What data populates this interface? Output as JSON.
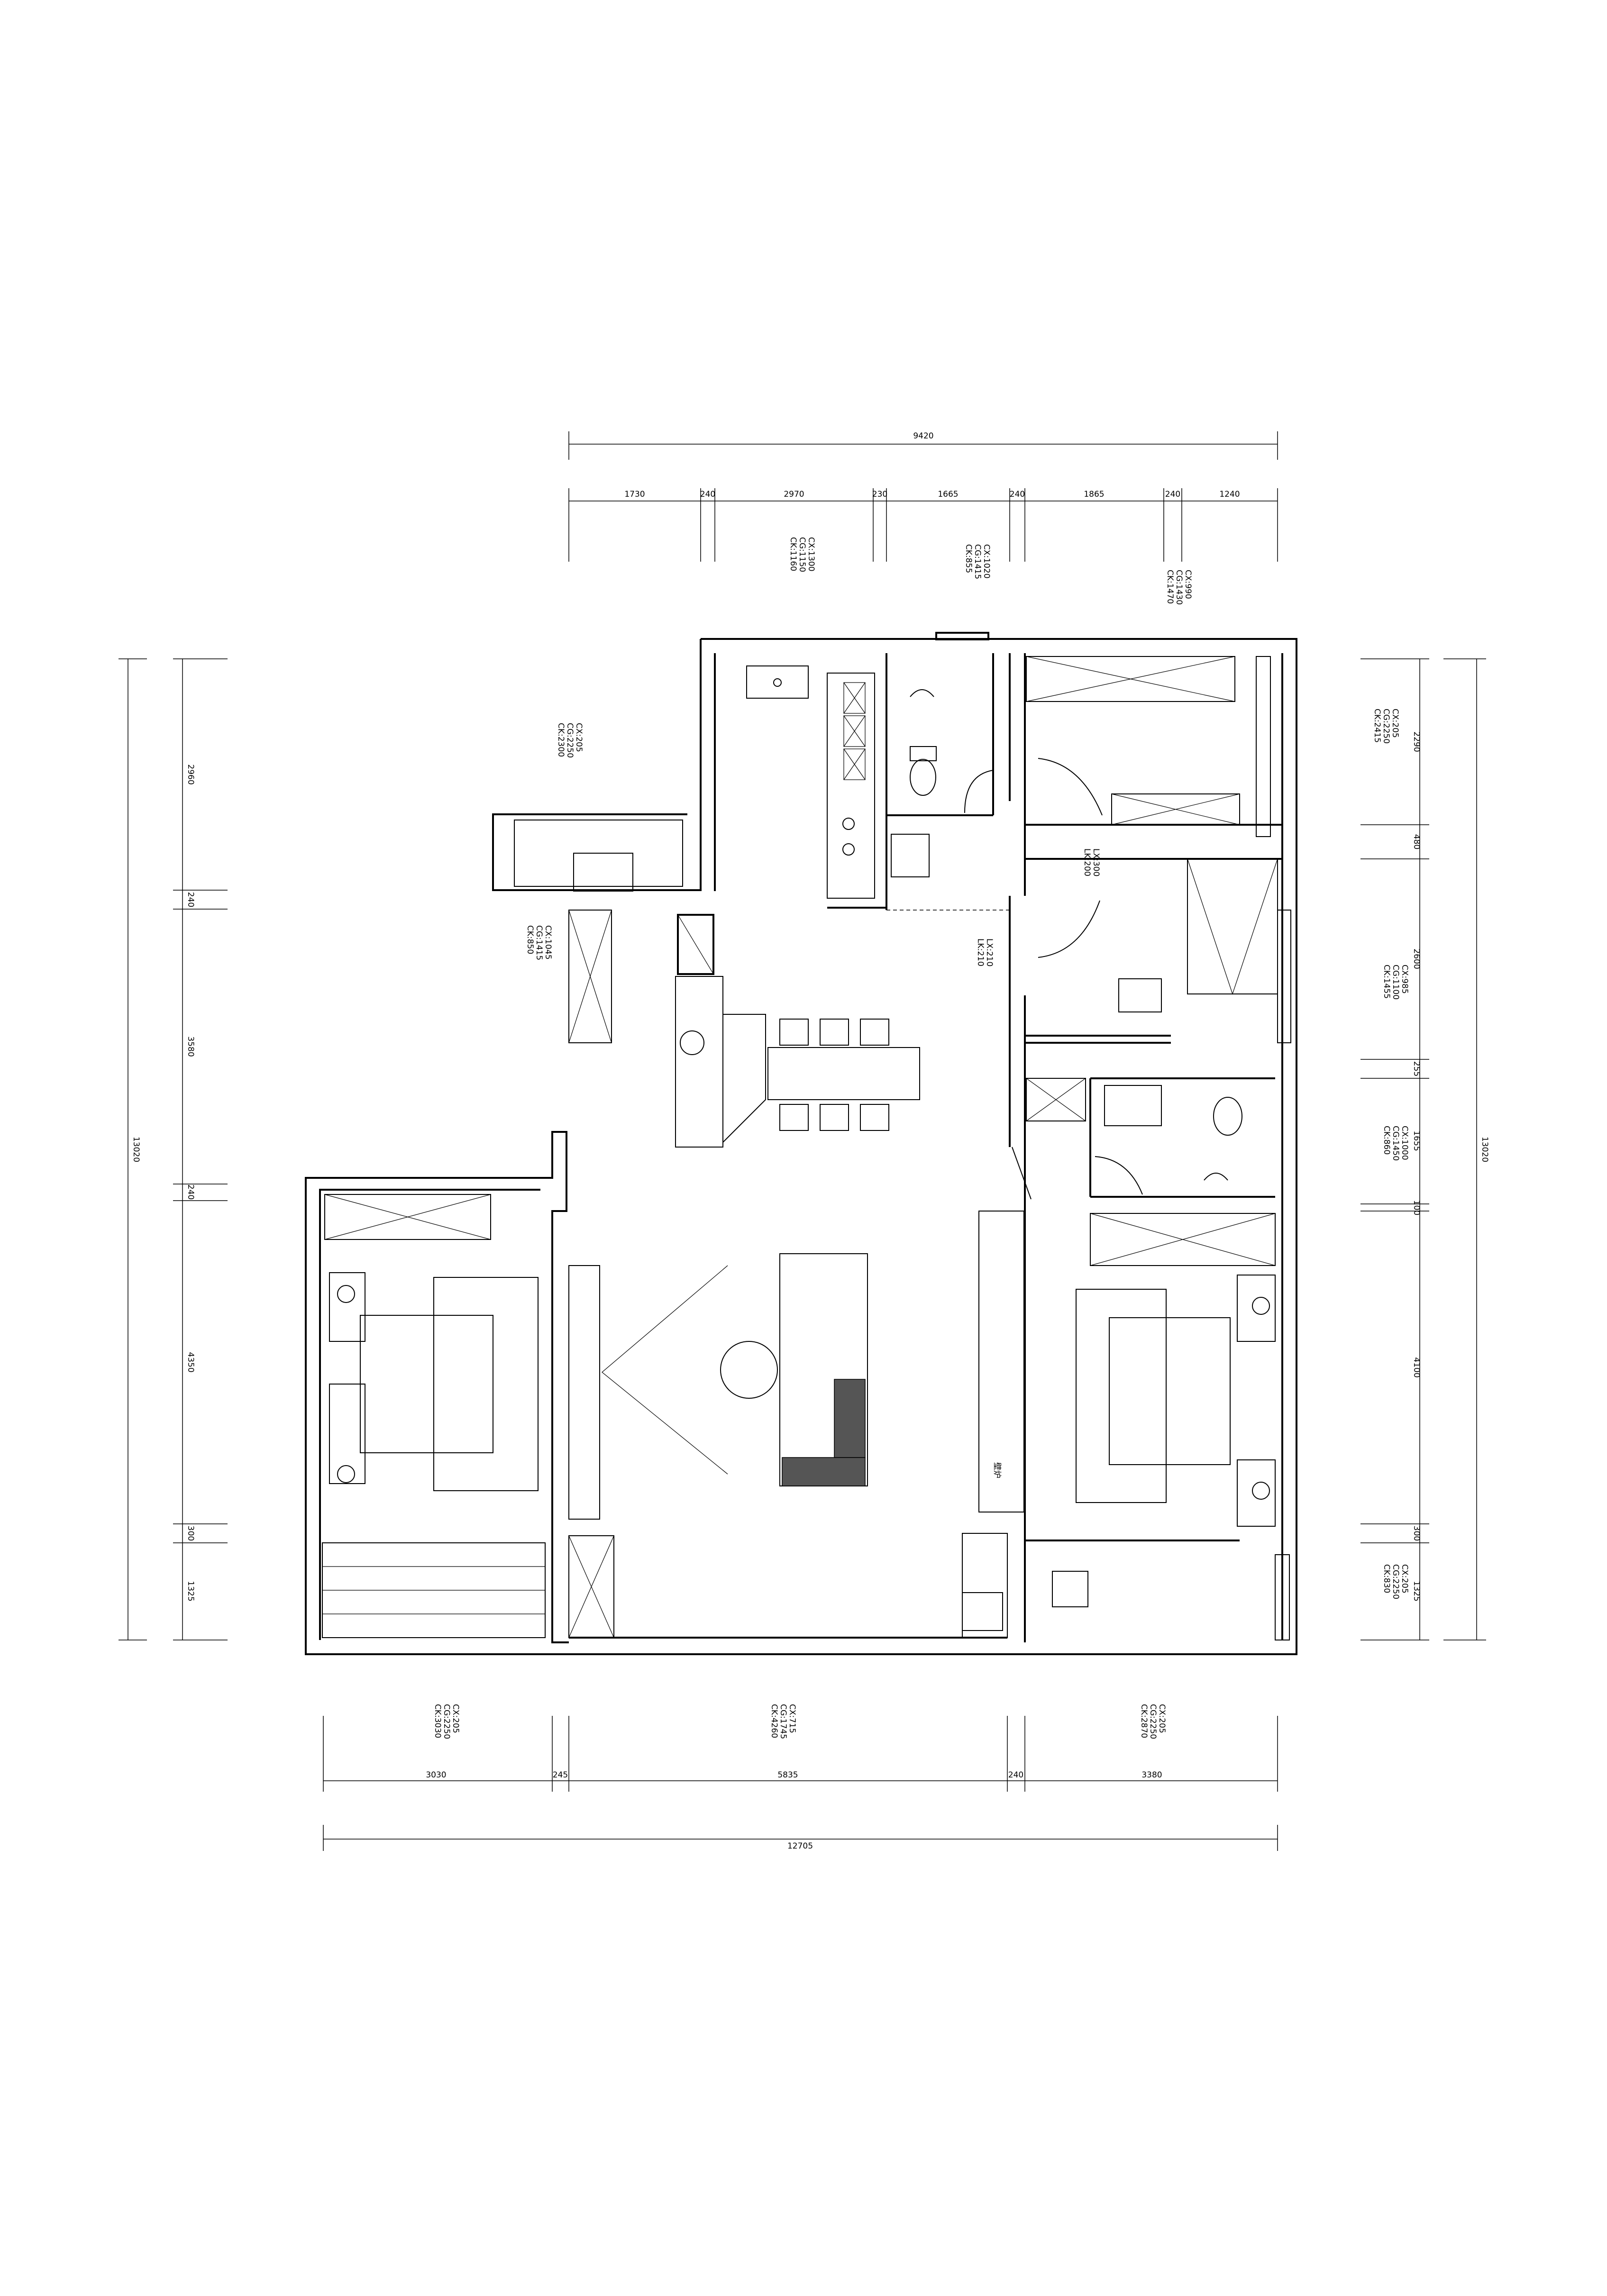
{
  "dims": {
    "top_total": "9420",
    "top_segments": [
      "1730",
      "240",
      "2970",
      "230",
      "1665",
      "240",
      "1865",
      "240",
      "1240"
    ],
    "bottom_total": "12705",
    "bottom_segments": [
      "3030",
      "245",
      "5835",
      "240",
      "3380"
    ],
    "left_total": "13020",
    "left_segments": [
      "2960",
      "240",
      "3580",
      "240",
      "4350",
      "300",
      "1325"
    ],
    "right_total": "13020",
    "right_segments": [
      "2290",
      "480",
      "2600",
      "255",
      "1655",
      "100",
      "4100",
      "300",
      "1325"
    ]
  },
  "labels": {
    "kitchen_window": [
      "CK:1160",
      "CG:1150",
      "CX:1300"
    ],
    "bath_window": [
      "CK:855",
      "CG:1415",
      "CX:1020"
    ],
    "bedroom_ne_window": [
      "CK:1470",
      "CG:1430",
      "CX:990"
    ],
    "balcony_window": [
      "CK:2300",
      "CG:2250",
      "CX:205"
    ],
    "dining_window": [
      "CK:850",
      "CG:1415",
      "CX:1045"
    ],
    "right_top_window": [
      "CK:2415",
      "CG:2250",
      "CX:205"
    ],
    "study_window": [
      "CK:1455",
      "CG:1100",
      "CX:985"
    ],
    "bath2_window": [
      "CK:860",
      "CG:1450",
      "CX:1000"
    ],
    "right_bottom_window": [
      "CK:830",
      "CG:2250",
      "CX:205"
    ],
    "sw_bedroom_window": [
      "CK:3030",
      "CG:2250",
      "CX:205"
    ],
    "living_window": [
      "CK:4260",
      "CG:1745",
      "CX:715"
    ],
    "se_bedroom_window": [
      "CK:2870",
      "CG:2250",
      "CX:205"
    ],
    "door_corridor": [
      "LK:200",
      "LX:300"
    ],
    "door_entry": [
      "LK:210",
      "LX:210"
    ],
    "fireplace": "壁炉"
  }
}
